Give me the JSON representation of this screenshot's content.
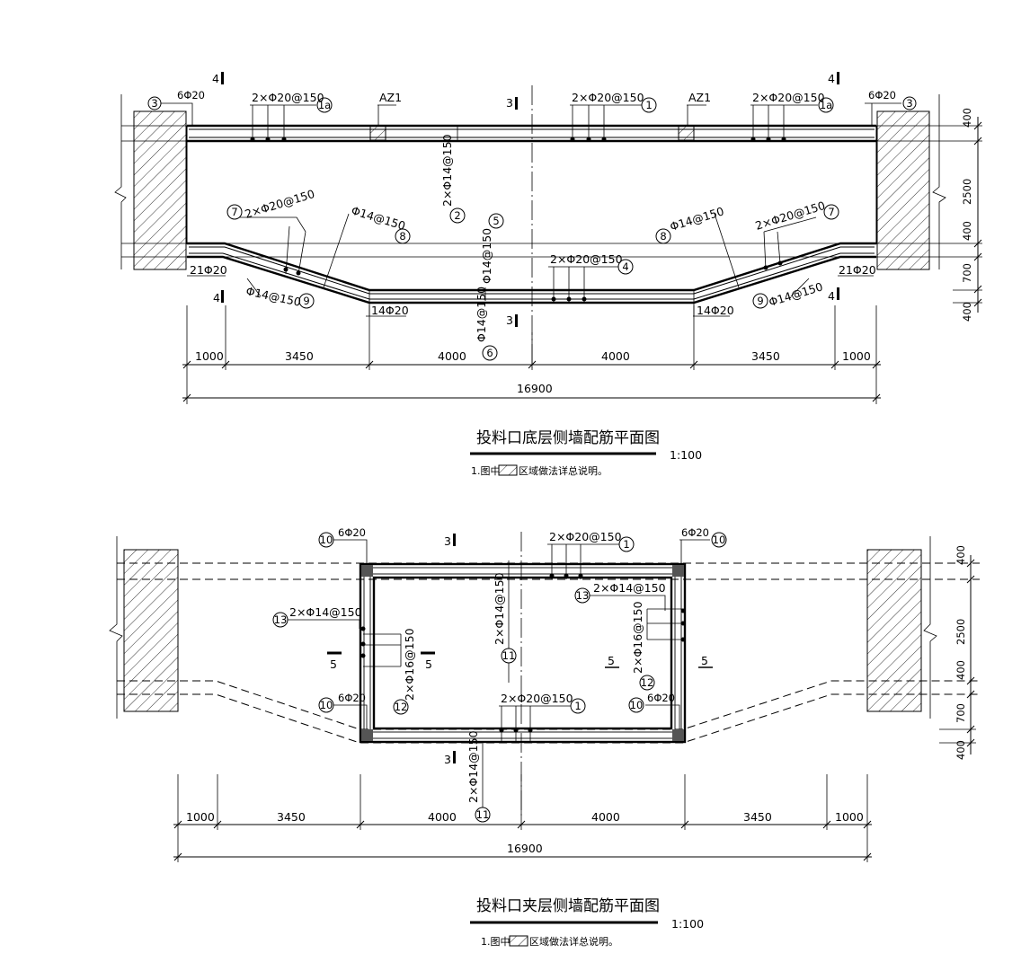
{
  "plan1": {
    "title": "投料口底层侧墙配筋平面图",
    "scale": "1:100",
    "note_prefix": "1.图中",
    "note_suffix": "区域做法详总说明。",
    "labels": {
      "top_left_6phi20": "6Φ20",
      "top_left_rebar": "2×Φ20@150",
      "az1_left": "AZ1",
      "section3_top": "3",
      "top_mid_rebar": "2×Φ20@150",
      "az1_right": "AZ1",
      "top_right_rebar": "2×Φ20@150",
      "top_right_6phi20": "6Φ20",
      "section4_top_left": "4",
      "section4_top_right": "4",
      "vert_mid": "2×Φ14@150",
      "left_slope_outer": "2×Φ20@150",
      "left_slope_inner": "Φ14@150",
      "right_slope_inner": "Φ14@150",
      "right_slope_outer": "2×Φ20@150",
      "vert_5": "Φ14@150",
      "bottom_mid_rebar": "2×Φ20@150",
      "left_21phi20": "21Φ20",
      "right_21phi20": "21Φ20",
      "left_14phi20": "14Φ20",
      "right_14phi20": "14Φ20",
      "left_phi14_9": "Φ14@150",
      "right_phi14_9": "Φ14@150",
      "vert_6": "Φ14@150",
      "section4_bot_left": "4",
      "section4_bot_right": "4",
      "section3_bot": "3"
    },
    "marks": {
      "m3a": "3",
      "m1a_left": "1a",
      "m1": "1",
      "m1a_right": "1a",
      "m3b": "3",
      "m2": "2",
      "m7_left": "7",
      "m8_left": "8",
      "m5": "5",
      "m8_right": "8",
      "m7_right": "7",
      "m4": "4",
      "m9_left": "9",
      "m9_right": "9",
      "m6": "6"
    },
    "dims": {
      "d1000a": "1000",
      "d3450a": "3450",
      "d4000a": "4000",
      "d4000b": "4000",
      "d3450b": "3450",
      "d1000b": "1000",
      "total": "16900",
      "v400a": "400",
      "v2500": "2500",
      "v400b": "400",
      "v700": "700",
      "v400c": "400"
    }
  },
  "plan2": {
    "title": "投料口夹层侧墙配筋平面图",
    "scale": "1:100",
    "note_prefix": "1.图中",
    "note_suffix": "区域做法详总说明。",
    "labels": {
      "tl_6phi20": "6Φ20",
      "section3_top": "3",
      "top_rebar": "2×Φ20@150",
      "tr_6phi20": "6Φ20",
      "left_2x14": "2×Φ14@150",
      "left_2x16": "2×Φ16@150",
      "vert_11_top": "2×Φ14@150",
      "right_2x14": "2×Φ14@150",
      "right_2x16": "2×Φ16@150",
      "bl_6phi20": "6Φ20",
      "bottom_rebar": "2×Φ20@150",
      "br_6phi20": "6Φ20",
      "section3_bot": "3",
      "vert_11_bot": "2×Φ14@150",
      "sec5_a": "5",
      "sec5_b": "5",
      "sec5_c": "5",
      "sec5_d": "5"
    },
    "marks": {
      "m10_tl": "10",
      "m1_top": "1",
      "m10_tr": "10",
      "m13_left": "13",
      "m12_left": "12",
      "m11_top": "11",
      "m13_right": "13",
      "m12_right": "12",
      "m10_bl": "10",
      "m1_bot": "1",
      "m10_br": "10",
      "m11_bot": "11"
    },
    "dims": {
      "d1000a": "1000",
      "d3450a": "3450",
      "d4000a": "4000",
      "d4000b": "4000",
      "d3450b": "3450",
      "d1000b": "1000",
      "total": "16900",
      "v400a": "400",
      "v2500": "2500",
      "v400b": "400",
      "v700": "700",
      "v400c": "400"
    }
  }
}
